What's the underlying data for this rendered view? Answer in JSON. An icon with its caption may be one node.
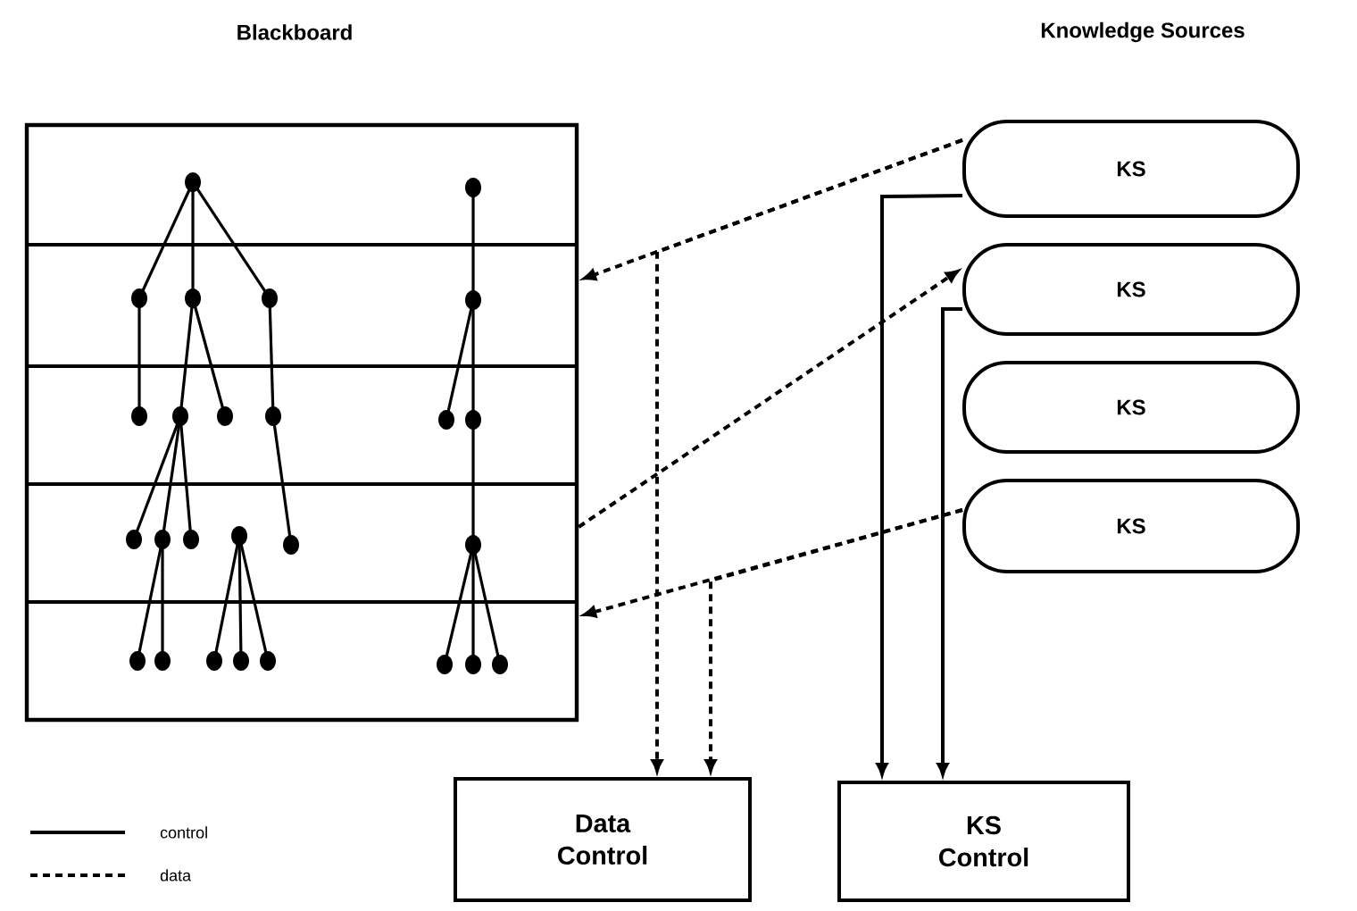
{
  "diagram": {
    "nodes": [
      {
        "text": [
          "Blackboard"
        ]
      },
      {
        "text": [
          "KS"
        ]
      },
      {
        "text": [
          "KS"
        ]
      },
      {
        "text": [
          "KS"
        ]
      },
      {
        "text": [
          "KS"
        ]
      },
      {
        "text": [
          "Data Control"
        ]
      },
      {
        "text": [
          "KS Control"
        ]
      }
    ],
    "edges": [
      {
        "from": 1,
        "to": 0,
        "arrow": "to",
        "style": "dashed"
      },
      {
        "from": 1,
        "to": 5,
        "arrow": "to",
        "style": "dashed"
      },
      {
        "from": 0,
        "to": 2,
        "arrow": "to",
        "style": "dashed"
      },
      {
        "from": 4,
        "to": 0,
        "arrow": "to",
        "style": "dashed"
      },
      {
        "from": 4,
        "to": 5,
        "arrow": "to",
        "style": "dashed"
      },
      {
        "from": 1,
        "to": 6,
        "arrow": "to"
      },
      {
        "from": 2,
        "to": 6,
        "arrow": "to"
      }
    ],
    "labels": [
      "Knowledge Sources"
    ],
    "legend": [
      {
        "text": "control"
      },
      {
        "text": "data"
      }
    ]
  }
}
